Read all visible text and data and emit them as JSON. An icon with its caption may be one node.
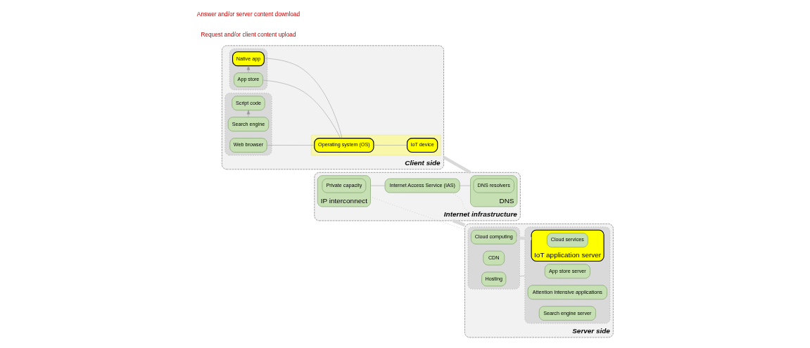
{
  "diagram": {
    "nodes": [
      {
        "text": [
          "Client side"
        ]
      },
      {
        "text": [],
        "shape": "box",
        "in": 0
      },
      {
        "text": [
          "App store"
        ],
        "in": 1
      },
      {
        "text": [
          "Native app"
        ],
        "in": 1
      },
      {
        "text": [],
        "shape": "box",
        "in": 0
      },
      {
        "text": [
          "Script code"
        ],
        "in": 4
      },
      {
        "text": [
          "Search engine"
        ],
        "in": 4
      },
      {
        "text": [
          "Web browser"
        ],
        "in": 4
      },
      {
        "text": [],
        "shape": "box",
        "in": 0
      },
      {
        "text": [
          "Operating system (OS)"
        ],
        "in": 8
      },
      {
        "text": [
          "IoT device"
        ],
        "in": 8
      },
      {
        "text": [
          "Internet infrastructure"
        ]
      },
      {
        "text": [
          "DNS"
        ],
        "in": 11
      },
      {
        "text": [
          "DNS resolvers"
        ],
        "in": 12
      },
      {
        "text": [
          "Internet Access Service (IAS)"
        ],
        "in": 11
      },
      {
        "text": [
          "IP interconnect"
        ],
        "in": 11
      },
      {
        "text": [
          "Private capacity"
        ],
        "in": 15
      },
      {
        "text": [
          "Server side"
        ]
      },
      {
        "text": [],
        "shape": "box",
        "in": 17
      },
      {
        "text": [
          "Cloud computing"
        ],
        "in": 18
      },
      {
        "text": [
          "CDN"
        ],
        "in": 18
      },
      {
        "text": [
          "Hosting"
        ],
        "in": 18
      },
      {
        "text": [],
        "shape": "box",
        "in": 17
      },
      {
        "text": [
          "App store server"
        ],
        "in": 22
      },
      {
        "text": [
          "IoT application server"
        ],
        "in": 22
      },
      {
        "text": [
          "Cloud services"
        ],
        "in": 24
      },
      {
        "text": [
          "Attention Intensive applications"
        ],
        "in": 22
      },
      {
        "text": [
          "Search engine server"
        ],
        "in": 22
      }
    ],
    "edges": [
      {
        "from": 2,
        "to": 3,
        "arrow": "to"
      },
      {
        "from": 6,
        "to": 5,
        "arrow": "to"
      },
      {
        "from": 2,
        "to": 9,
        "arrow": "none"
      },
      {
        "from": 3,
        "to": 9,
        "arrow": "none"
      },
      {
        "from": 7,
        "to": 9,
        "arrow": "none"
      },
      {
        "from": 9,
        "to": 10,
        "arrow": "none"
      },
      {
        "from": 0,
        "to": 11,
        "arrow": "none",
        "style": "thick",
        "color": "#d9d9d9"
      },
      {
        "from": 12,
        "to": 14,
        "arrow": "none"
      },
      {
        "from": 14,
        "to": 15,
        "arrow": "none"
      },
      {
        "from": 14,
        "to": 17,
        "arrow": "none",
        "style": "dashed",
        "color": "#c0c0c0"
      },
      {
        "from": 15,
        "to": 17,
        "arrow": "none",
        "style": "dashed",
        "color": "#c0c0c0"
      },
      {
        "from": 11,
        "to": 17,
        "arrow": "none",
        "style": "thick",
        "color": "#d9d9d9"
      },
      {
        "from": 19,
        "to": 24,
        "arrow": "none",
        "style": "thick",
        "color": "#d9d9d9"
      },
      {
        "from": 18,
        "to": 22,
        "arrow": "none"
      }
    ],
    "labels": [
      "Request and/or client content upload",
      "Answer and/or server content download"
    ]
  }
}
